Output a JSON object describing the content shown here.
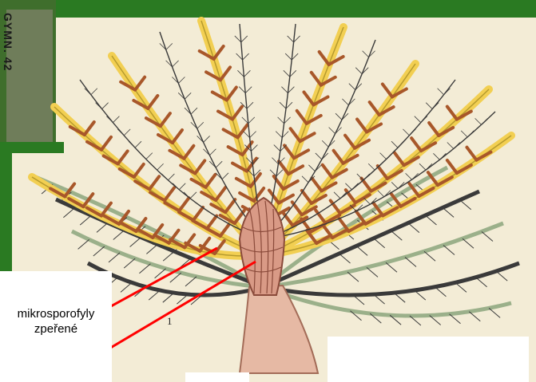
{
  "figure": {
    "stamp_text": "GYMN. 42",
    "plate_number": "1",
    "colors": {
      "background": "#2a7a22",
      "paper": "#f3ecd6",
      "frond_yellow": "#f2cf52",
      "frond_rib": "#b59a2e",
      "sporangia": "#a8572a",
      "leaflet": "#3a3a3a",
      "lower_leaf_green": "#9bb08a",
      "stem": "#e6b9a4",
      "cone": "#d99a86",
      "pointer_line": "#ff0000"
    }
  },
  "labels": [
    {
      "id": "mikrosporofyly",
      "line1": "mikrosporofyly",
      "line2": "zpeřené"
    }
  ]
}
